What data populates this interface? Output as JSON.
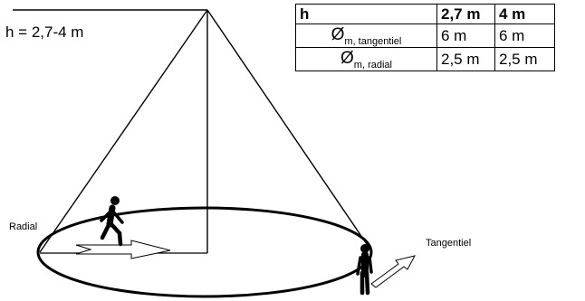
{
  "labels": {
    "height": "h = 2,7-4 m",
    "radial": "Radial",
    "tangential": "Tangentiel"
  },
  "table": {
    "header": [
      "h",
      "2,7 m",
      "4 m"
    ],
    "rows": [
      {
        "symbol": "Ø",
        "subscript": "m, tangentiel",
        "values": [
          "6 m",
          "6 m"
        ]
      },
      {
        "symbol": "Ø",
        "subscript": "m, radial",
        "values": [
          "2,5 m",
          "2,5 m"
        ]
      }
    ]
  },
  "icons": [
    "walking-person-icon",
    "walking-person-icon",
    "radial-arrow-icon",
    "tangential-arrow-icon"
  ]
}
